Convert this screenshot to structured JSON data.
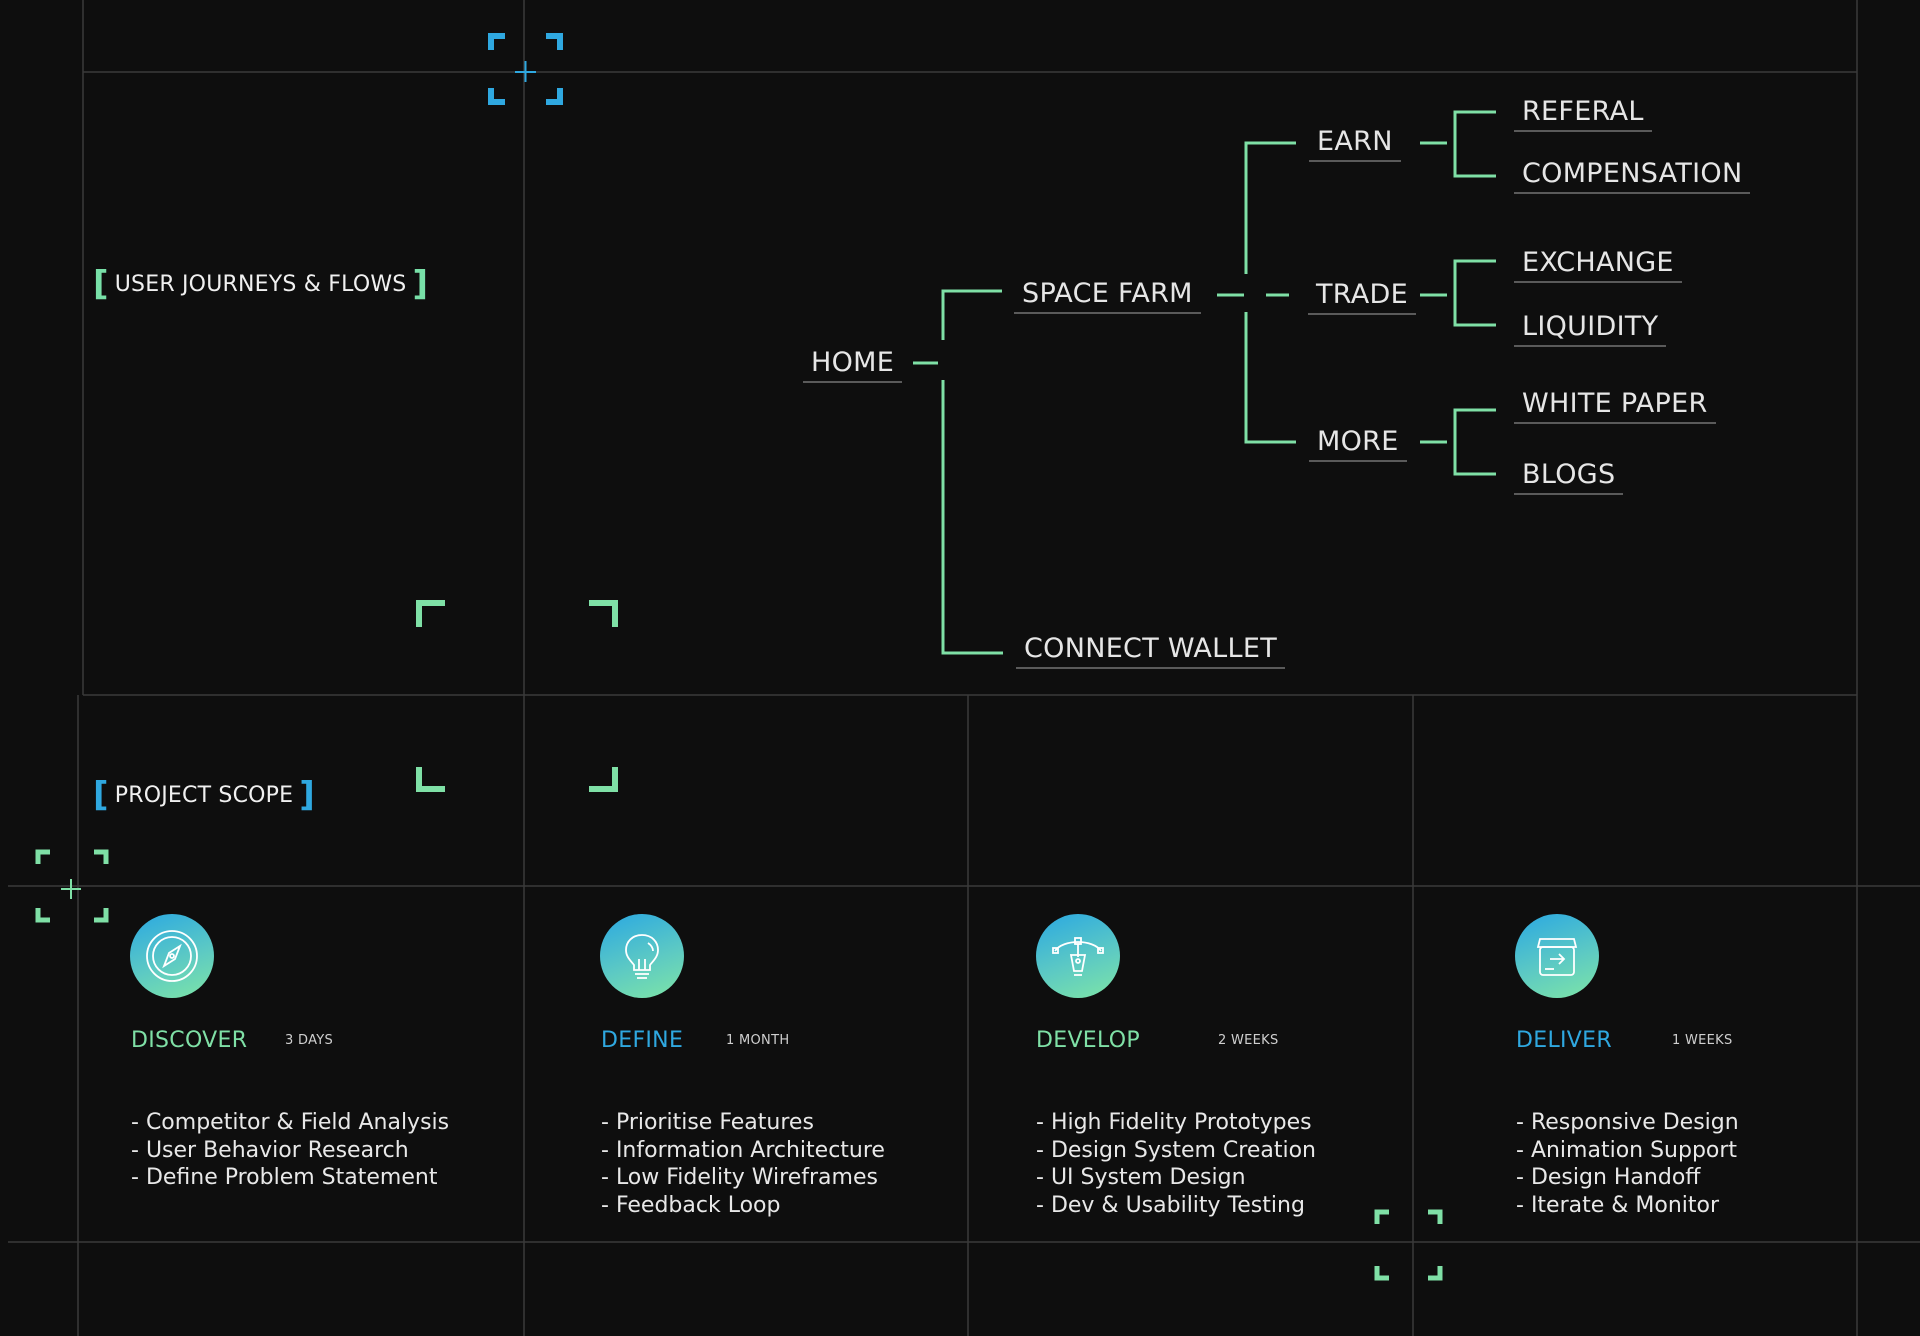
{
  "colors": {
    "background": "#0e0e0e",
    "grid_line": "#3a3a3a",
    "connector": "#7fe0a6",
    "accent_green": "#7fe0a6",
    "accent_blue": "#2fa8e0",
    "node_underline": "#5a5a5a"
  },
  "sections": {
    "journeys_label": "USER JOURNEYS & FLOWS",
    "scope_label": "PROJECT SCOPE"
  },
  "flow": {
    "home": "HOME",
    "space_farm": "SPACE FARM",
    "connect_wallet": "CONNECT WALLET",
    "earn": "EARN",
    "trade": "TRADE",
    "more": "MORE",
    "referal": "REFERAL",
    "compensation": "COMPENSATION",
    "exchange": "EXCHANGE",
    "liquidity": "LIQUIDITY",
    "white_paper": "WHITE PAPER",
    "blogs": "BLOGS"
  },
  "phases": [
    {
      "title": "DISCOVER",
      "duration": "3 DAYS",
      "icon": "compass-icon",
      "color": "#7fe0a6",
      "tasks": [
        "Competitor & Field Analysis",
        "User Behavior Research",
        "Define Problem Statement"
      ]
    },
    {
      "title": "DEFINE",
      "duration": "1 MONTH",
      "icon": "lightbulb-icon",
      "color": "#2fa8e0",
      "tasks": [
        "Prioritise Features",
        "Information Architecture",
        "Low Fidelity Wireframes",
        "Feedback Loop"
      ]
    },
    {
      "title": "DEVELOP",
      "duration": "2 WEEKS",
      "icon": "pen-tool-icon",
      "color": "#7fe0a6",
      "tasks": [
        "High Fidelity Prototypes",
        "Design System Creation",
        "UI System Design",
        "Dev & Usability Testing"
      ]
    },
    {
      "title": "DELIVER",
      "duration": "1 WEEKS",
      "icon": "box-arrow-icon",
      "color": "#2fa8e0",
      "tasks": [
        "Responsive Design",
        "Animation Support",
        "Design Handoff",
        "Iterate & Monitor"
      ]
    }
  ]
}
